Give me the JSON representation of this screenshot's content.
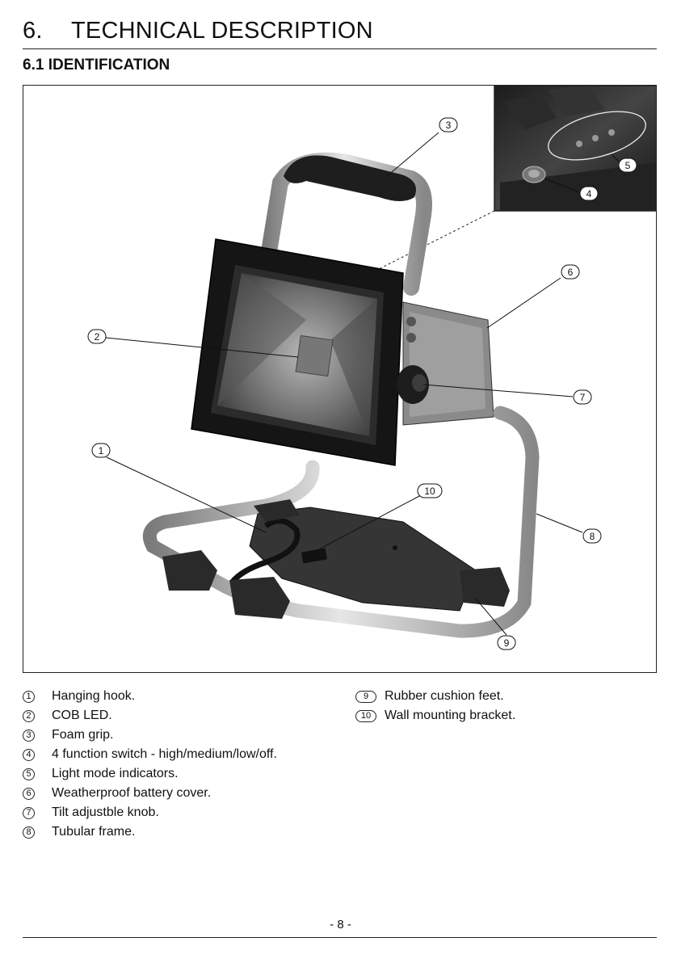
{
  "header": {
    "chapter_number": "6.",
    "chapter_title": "TECHNICAL DESCRIPTION",
    "section_title": "6.1 IDENTIFICATION"
  },
  "figure": {
    "callouts": [
      "1",
      "2",
      "3",
      "4",
      "5",
      "6",
      "7",
      "8",
      "9",
      "10"
    ]
  },
  "parts_list": {
    "column1": [
      {
        "num": "1",
        "text": "Hanging hook."
      },
      {
        "num": "2",
        "text": "COB LED."
      },
      {
        "num": "3",
        "text": "Foam grip."
      },
      {
        "num": "4",
        "text": "4 function switch - high/medium/low/off."
      },
      {
        "num": "5",
        "text": "Light mode indicators."
      },
      {
        "num": "6",
        "text": "Weatherproof battery cover."
      },
      {
        "num": "7",
        "text": "Tilt adjustble knob."
      },
      {
        "num": "8",
        "text": "Tubular frame."
      }
    ],
    "column2": [
      {
        "num": "9",
        "text": "Rubber cushion feet."
      },
      {
        "num": "10",
        "text": "Wall mounting bracket."
      }
    ]
  },
  "footer": {
    "page_number": "- 8 -"
  }
}
